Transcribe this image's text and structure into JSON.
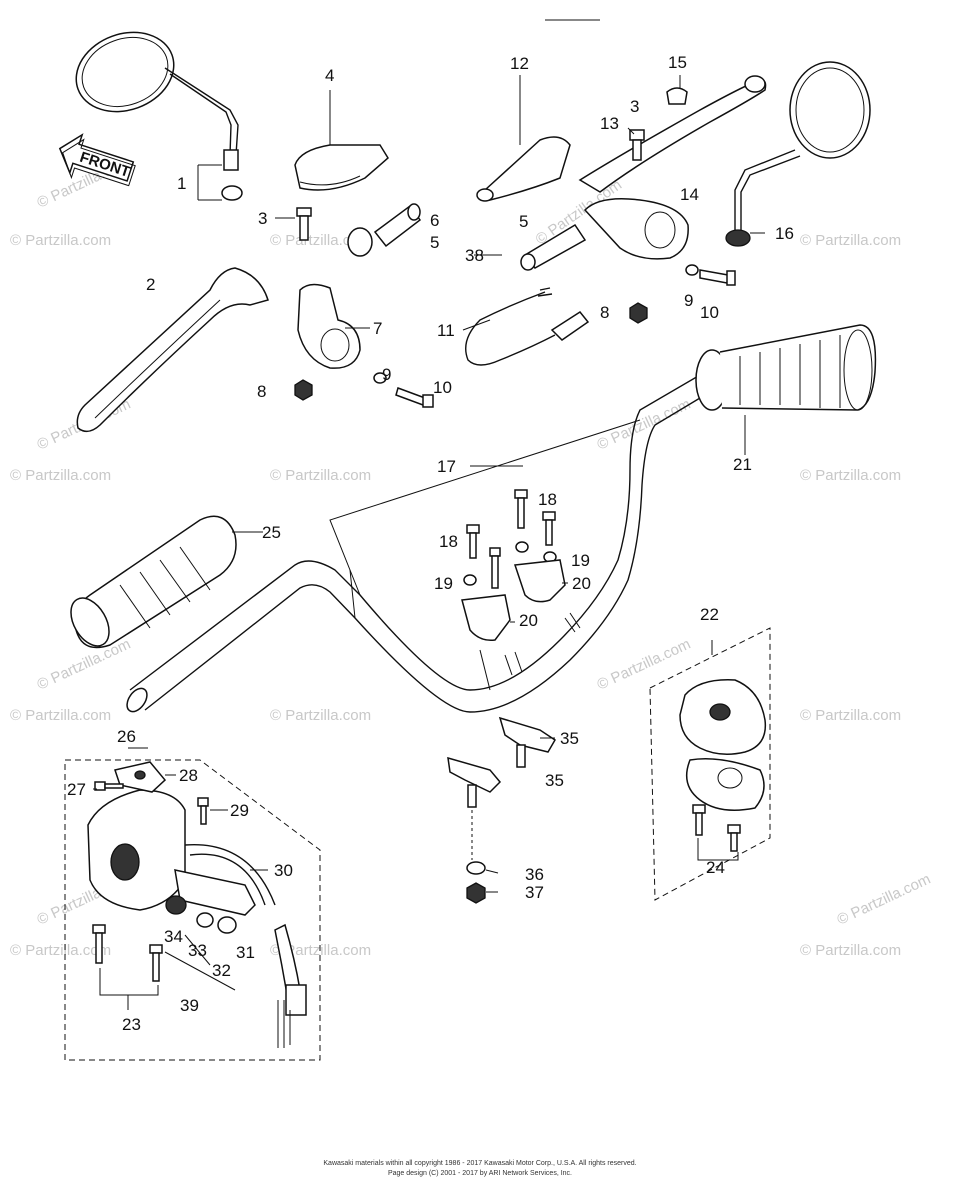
{
  "front_label": "FRONT",
  "watermark": "© Partzilla.com",
  "copyright": {
    "line1": "Kawasaki materials within all copyright 1986 - 2017 Kawasaki Motor Corp., U.S.A. All rights reserved.",
    "line2": "Page design (C) 2001 - 2017 by ARI Network Services, Inc."
  },
  "callouts": {
    "c1": "1",
    "c2": "2",
    "c3a": "3",
    "c3b": "3",
    "c4": "4",
    "c5a": "5",
    "c5b": "5",
    "c6": "6",
    "c7": "7",
    "c8a": "8",
    "c8b": "8",
    "c9a": "9",
    "c9b": "9",
    "c10a": "10",
    "c10b": "10",
    "c11": "11",
    "c12": "12",
    "c13": "13",
    "c14": "14",
    "c15": "15",
    "c16": "16",
    "c17": "17",
    "c18a": "18",
    "c18b": "18",
    "c19a": "19",
    "c19b": "19",
    "c20a": "20",
    "c20b": "20",
    "c21": "21",
    "c22": "22",
    "c23": "23",
    "c24": "24",
    "c25": "25",
    "c26": "26",
    "c27": "27",
    "c28": "28",
    "c29": "29",
    "c30": "30",
    "c31": "31",
    "c32": "32",
    "c33": "33",
    "c34": "34",
    "c35a": "35",
    "c35b": "35",
    "c36": "36",
    "c37": "37",
    "c38": "38",
    "c39": "39"
  }
}
